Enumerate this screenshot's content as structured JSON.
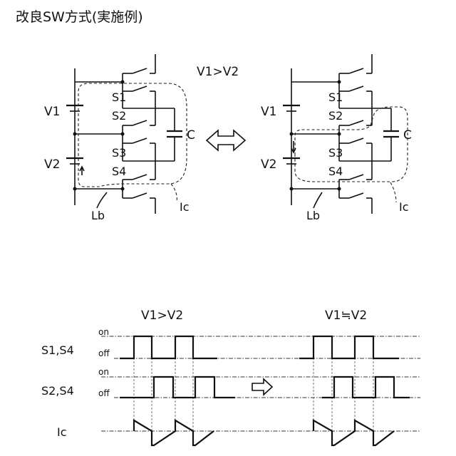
{
  "title": "改良SW方式(実施例)",
  "circuit": {
    "condition": "V1>V2",
    "battery_labels": [
      "V1",
      "V2"
    ],
    "switch_labels": [
      "S1",
      "S2",
      "S3",
      "S4"
    ],
    "capacitor_label": "C",
    "inductor_label": "Lb",
    "current_label": "Ic"
  },
  "timing": {
    "left_condition": "V1>V2",
    "right_condition": "V1≒V2",
    "row_labels": [
      "S1,S4",
      "S2,S4",
      "Ic"
    ],
    "level_on": "on",
    "level_off": "off"
  }
}
